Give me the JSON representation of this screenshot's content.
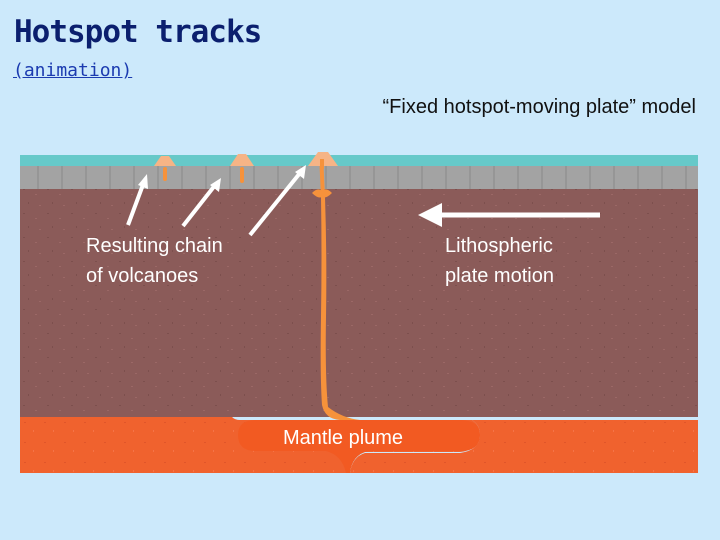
{
  "slide": {
    "title": "Hotspot tracks",
    "animation_link": "(animation)",
    "model_caption": "“Fixed hotspot-moving plate” model"
  },
  "diagram": {
    "labels": {
      "volcano_chain": "Resulting chain\nof volcanoes",
      "plate_motion": "Lithospheric\nplate motion",
      "mantle_plume": "Mantle plume"
    },
    "colors": {
      "ocean": "#66c9c9",
      "crust": "#a3a3a3",
      "lithosphere_mantle": "#8b5b59",
      "asthenosphere": "#f0622e",
      "plume": "#f6923b",
      "volcano": "#f6b486",
      "slide_background": "#cce9fb",
      "title": "#0b1f6e"
    }
  }
}
